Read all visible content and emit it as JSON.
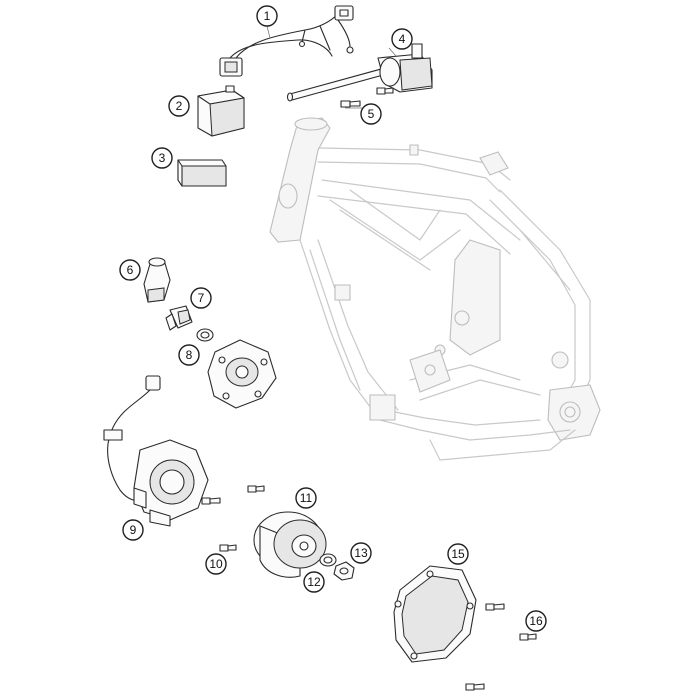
{
  "callouts": [
    {
      "id": "1",
      "label": "1"
    },
    {
      "id": "2",
      "label": "2"
    },
    {
      "id": "3",
      "label": "3"
    },
    {
      "id": "4",
      "label": "4"
    },
    {
      "id": "5",
      "label": "5"
    },
    {
      "id": "6",
      "label": "6"
    },
    {
      "id": "7",
      "label": "7"
    },
    {
      "id": "8",
      "label": "8"
    },
    {
      "id": "9",
      "label": "9"
    },
    {
      "id": "10",
      "label": "10"
    },
    {
      "id": "11",
      "label": "11"
    },
    {
      "id": "12",
      "label": "12"
    },
    {
      "id": "13",
      "label": "13"
    },
    {
      "id": "15",
      "label": "15"
    },
    {
      "id": "16",
      "label": "16"
    }
  ],
  "colors": {
    "part_outline": "#2b2b2b",
    "frame_outline": "#c9c9c9",
    "background": "#ffffff"
  }
}
